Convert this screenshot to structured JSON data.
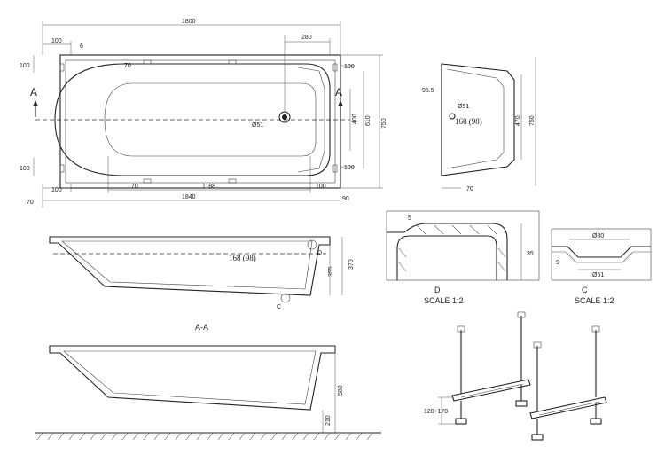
{
  "plan": {
    "overall_length": "1800",
    "overall_width": "750",
    "foot_length": "1840",
    "foot_left": "70",
    "foot_right": "90",
    "left_offset_top": "100",
    "left_offset_bottom": "100",
    "side_top": "100",
    "side_bottom": "100",
    "right_offset_top": "100",
    "right_offset_bottom": "100",
    "inner_70_top": "70",
    "inner_70_bottom": "70",
    "small_6": "6",
    "drain_offset": "280",
    "inner_1188": "1188",
    "inner_400": "400",
    "inner_610": "610",
    "drain_label": "Ø51",
    "section_letter_left": "A",
    "section_letter_right": "A"
  },
  "side": {
    "height_95_5": "95.5",
    "drain_label": "Ø51",
    "depth_label": "168 (98)",
    "dim_470": "470",
    "dim_750": "750",
    "dim_70": "70"
  },
  "section": {
    "depth_label": "168 (98)",
    "dim_370": "370",
    "dim_355": "355",
    "detail_d_marker": "D",
    "detail_c_marker": "C",
    "caption": "A-A"
  },
  "detail_d": {
    "dim_5": "5",
    "dim_35": "35",
    "label": "D",
    "scale": "SCALE 1:2"
  },
  "detail_c": {
    "dim_80": "Ø80",
    "dim_9": "9",
    "dim_51": "Ø51",
    "label": "C",
    "scale": "SCALE 1:2"
  },
  "elevation": {
    "dim_580": "580",
    "dim_210": "210"
  },
  "legs": {
    "adjust_range": "120÷170"
  }
}
